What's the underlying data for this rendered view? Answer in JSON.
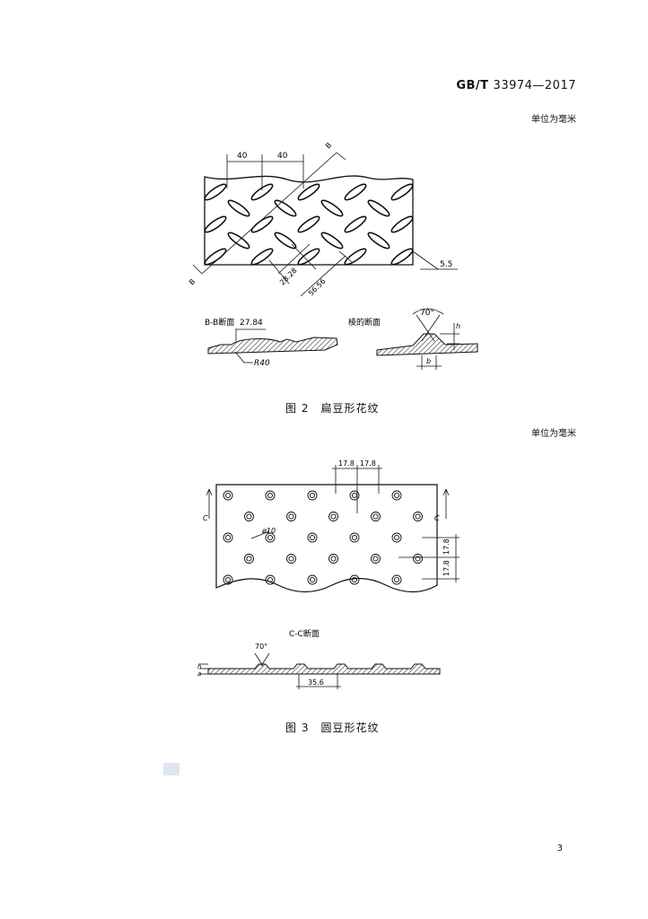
{
  "header": {
    "standard_prefix": "GB/T",
    "standard_number": "33974—2017"
  },
  "unit_note_1": "单位为毫米",
  "unit_note_2": "单位为毫米",
  "figure2": {
    "caption": "图 2　扁豆形花纹",
    "dim_pitch_a": "40",
    "dim_pitch_b": "40",
    "dim_diag_1": "28.28",
    "dim_diag_2": "56.56",
    "dim_thickness": "5.5",
    "section_bb_label": "B-B断面",
    "section_bb_dim": "27.84",
    "section_bb_radius": "R40",
    "section_b_marker": "B",
    "ridge_section_label": "棱的断面",
    "ridge_angle": "70°",
    "ridge_h": "h",
    "ridge_b": "b"
  },
  "figure3": {
    "caption": "图 3　圆豆形花纹",
    "dim_top_1": "17.8",
    "dim_top_2": "17.8",
    "dim_right_1": "17.8",
    "dim_right_2": "17.8",
    "dim_diameter": "ø10",
    "section_marker": "C",
    "section_cc_label": "C-C断面",
    "section_angle": "70°",
    "section_dim": "35.6",
    "section_h": "h",
    "section_a": "a"
  },
  "page_number": "3"
}
